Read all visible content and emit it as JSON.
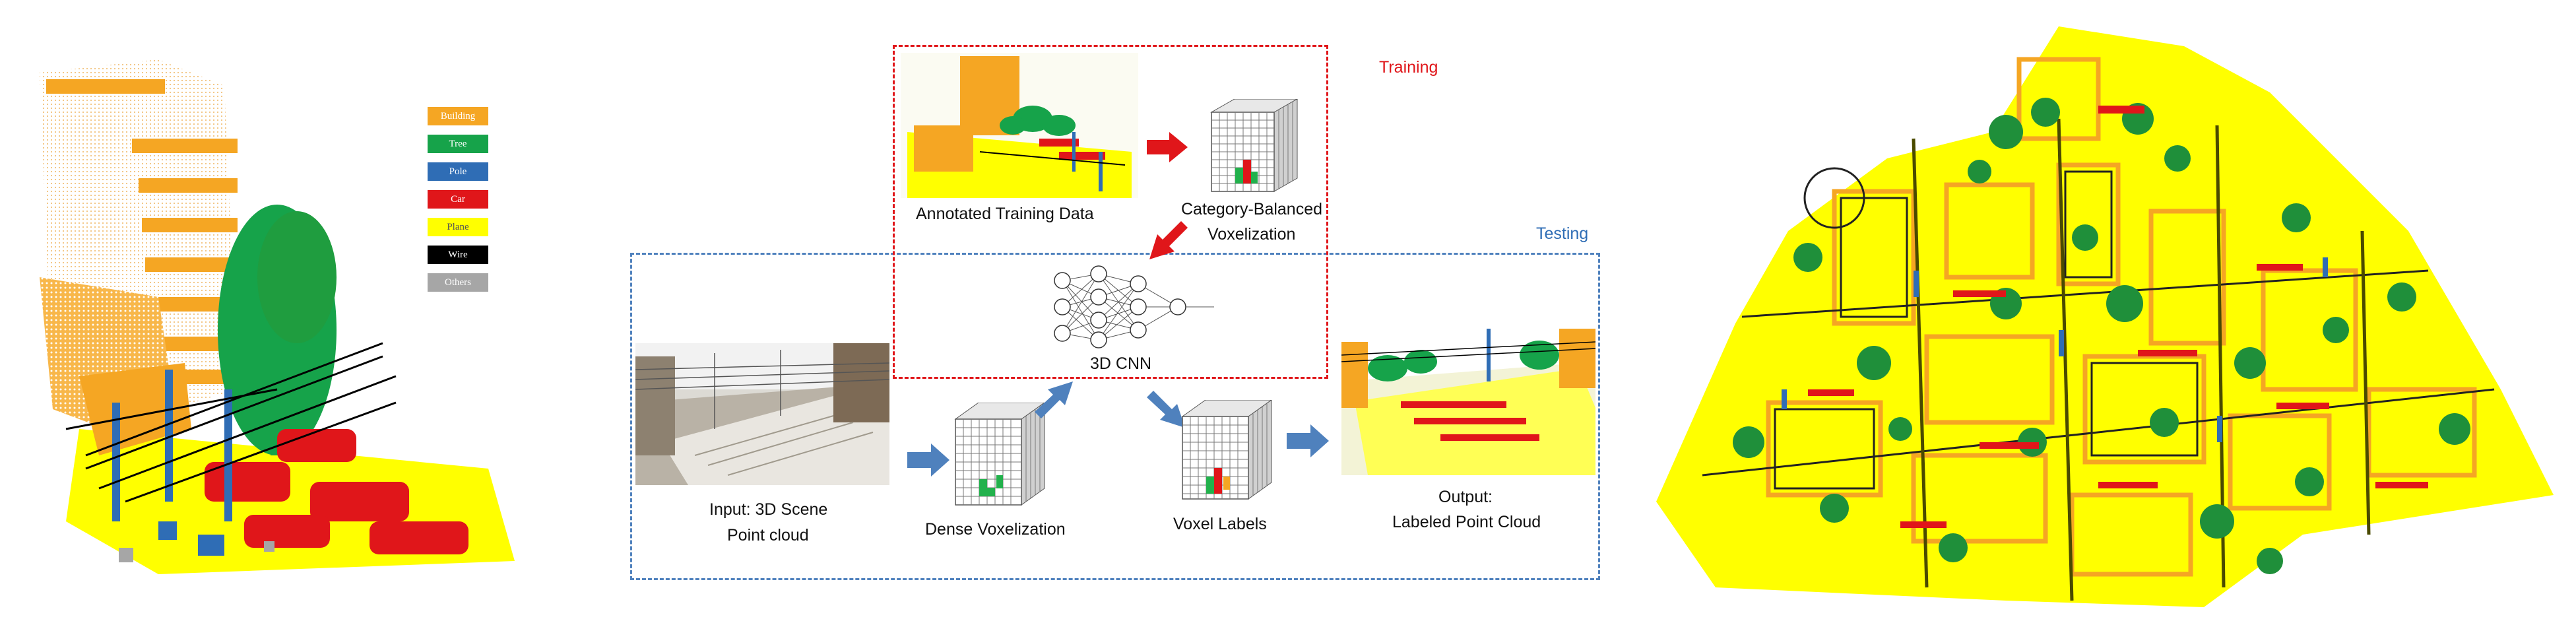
{
  "legend": [
    {
      "label": "Building",
      "color": "#f5a623"
    },
    {
      "label": "Tree",
      "color": "#16a34a"
    },
    {
      "label": "Pole",
      "color": "#2f6db5"
    },
    {
      "label": "Car",
      "color": "#e0161a"
    },
    {
      "label": "Plane",
      "color": "#ffff00"
    },
    {
      "label": "Wire",
      "color": "#000000"
    },
    {
      "label": "Others",
      "color": "#a6a6a6"
    }
  ],
  "pipeline": {
    "training_label": "Training",
    "testing_label": "Testing",
    "annotated_caption": "Annotated Training Data",
    "balanced_caption_line1": "Category-Balanced",
    "balanced_caption_line2": "Voxelization",
    "cnn_caption": "3D CNN",
    "input_caption_line1": "Input: 3D Scene",
    "input_caption_line2": "Point cloud",
    "dense_caption": "Dense Voxelization",
    "labels_caption": "Voxel Labels",
    "output_caption_line1": "Output:",
    "output_caption_line2": "Labeled Point Cloud"
  },
  "colors": {
    "training_border": "#e0161a",
    "testing_border": "#2f6db5",
    "arrow_blue": "#4f81bd",
    "arrow_red": "#e0161a"
  },
  "icons": [
    "voxel-grid-icon",
    "neural-network-icon",
    "arrow-icon"
  ]
}
